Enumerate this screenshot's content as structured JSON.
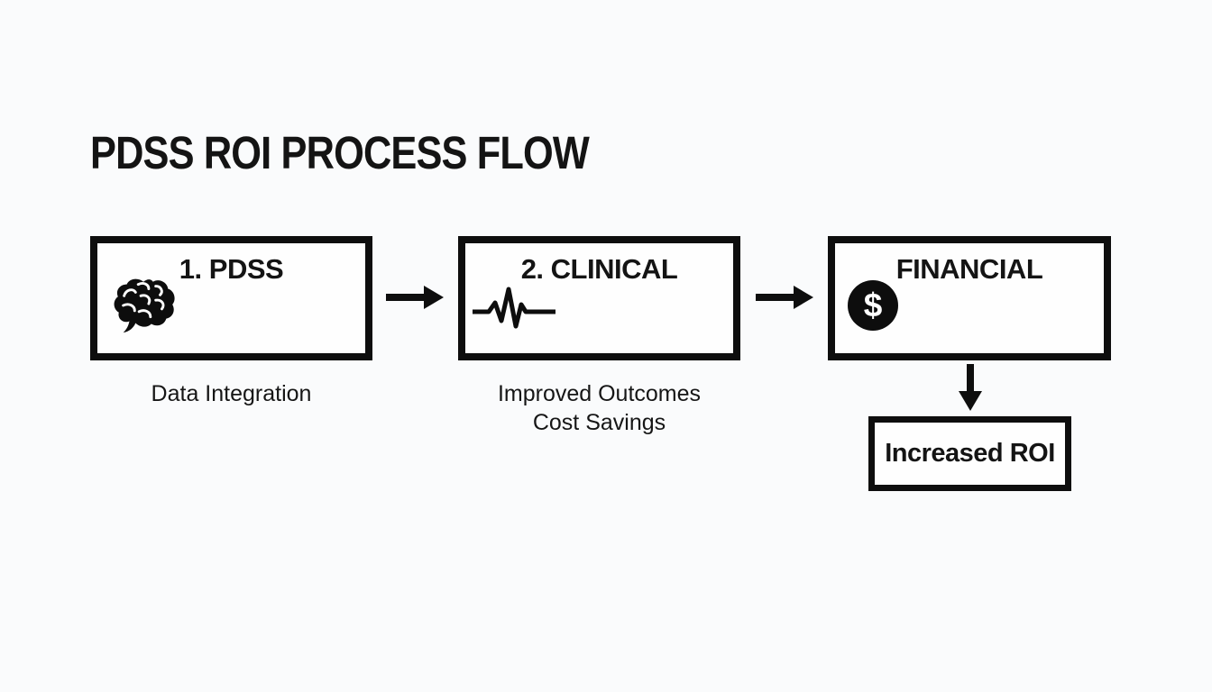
{
  "colors": {
    "ink": "#111111",
    "border": "#0e0e0e",
    "background": "#fafbfc",
    "box_fill": "#fefefe",
    "icon_fill": "#0d0d0d",
    "dollar_glyph_color": "#ffffff"
  },
  "title": "PDSS ROI PROCESS FLOW",
  "flow": {
    "boxes": [
      {
        "label": "1. PDSS",
        "icon": "brain-icon",
        "caption": "Data Integration"
      },
      {
        "label": "2. CLINICAL",
        "icon": "heartbeat-icon",
        "caption_line1": "Improved Outcomes",
        "caption_line2": "Cost Savings"
      },
      {
        "label": "FINANCIAL",
        "icon": "dollar-circle-icon",
        "dollar_symbol": "$"
      }
    ],
    "connectors": [
      "arrow-right",
      "arrow-right",
      "arrow-down"
    ],
    "result_box": {
      "label": "Increased ROI"
    }
  }
}
